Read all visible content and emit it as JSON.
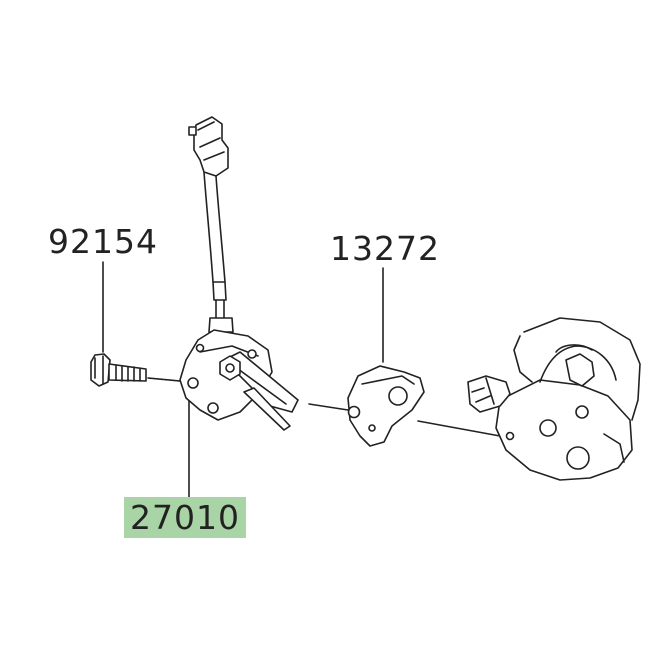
{
  "diagram": {
    "parts": [
      {
        "number": "92154",
        "highlighted": false
      },
      {
        "number": "13272",
        "highlighted": false
      },
      {
        "number": "27010",
        "highlighted": true
      }
    ]
  },
  "colors": {
    "highlight": "#a9d4a5",
    "line": "#222222",
    "background": "#ffffff"
  }
}
